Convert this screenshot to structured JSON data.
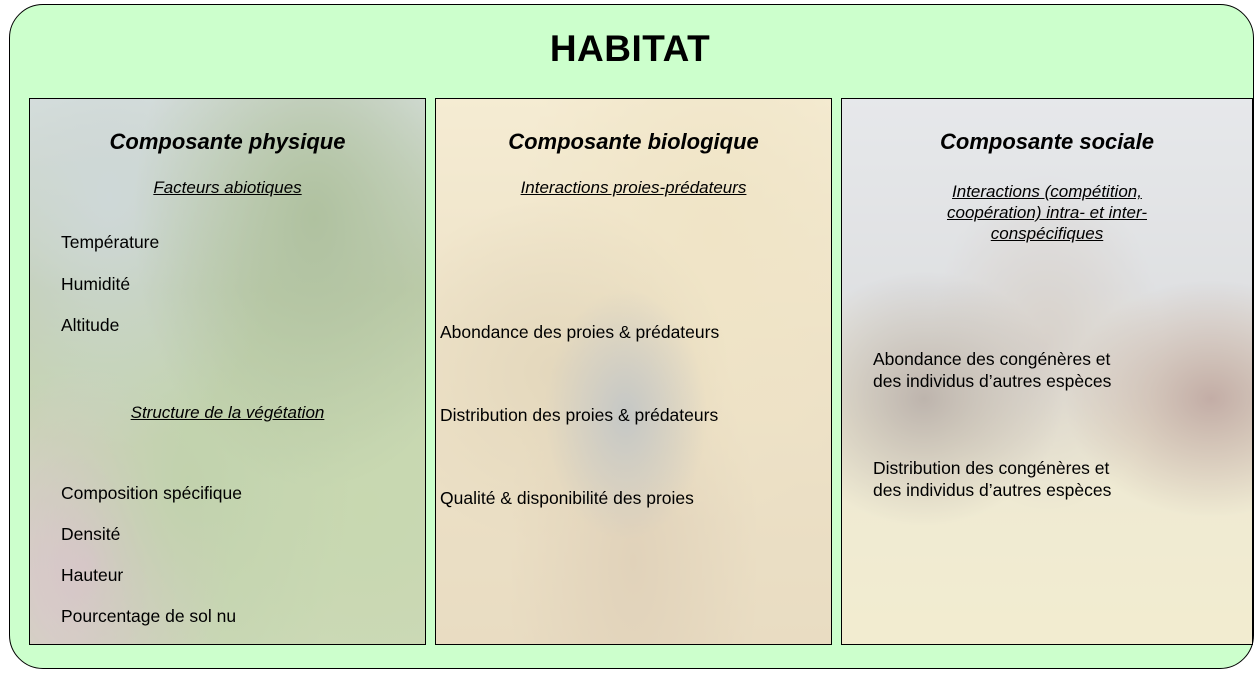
{
  "title": "HABITAT",
  "panels": [
    {
      "heading": "Composante physique",
      "sections": [
        {
          "subtitle": "Facteurs abiotiques",
          "items": [
            "Température",
            "Humidité",
            "Altitude"
          ]
        },
        {
          "subtitle": "Structure de la végétation",
          "items": [
            "Composition spécifique",
            "Densité",
            "Hauteur",
            "Pourcentage de sol nu"
          ]
        }
      ]
    },
    {
      "heading": "Composante biologique",
      "subtitle": "Interactions proies-prédateurs",
      "items": [
        "Abondance des proies & prédateurs",
        "Distribution des proies & prédateurs",
        "Qualité & disponibilité des proies"
      ]
    },
    {
      "heading": "Composante sociale",
      "subtitle_lines": [
        "Interactions (compétition,",
        "coopération) intra- et inter-",
        "conspécifiques"
      ],
      "items": [
        [
          "Abondance des congénères et",
          "des individus d’autres espèces"
        ],
        [
          "Distribution des congénères et",
          "des individus d’autres espèces"
        ]
      ]
    }
  ]
}
